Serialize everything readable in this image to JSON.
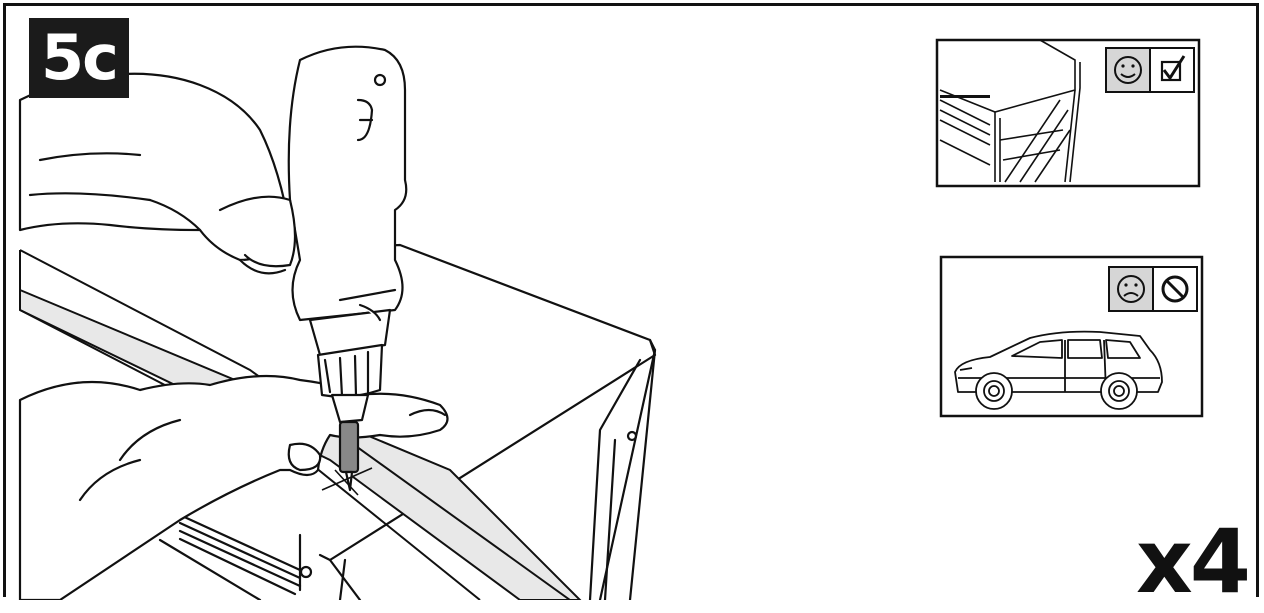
{
  "step": {
    "label": "5c"
  },
  "quantity": {
    "label": "x4"
  },
  "panels": [
    {
      "name": "correct-example",
      "symbols": [
        "smiley-icon",
        "checkmark-icon"
      ]
    },
    {
      "name": "incorrect-example",
      "symbols": [
        "frowny-icon",
        "prohibited-icon"
      ]
    }
  ],
  "colors": {
    "ink": "#111111",
    "badge_bg": "#1b1b1b",
    "shade": "#d6d6d6",
    "strip": "#e8e8e8"
  }
}
